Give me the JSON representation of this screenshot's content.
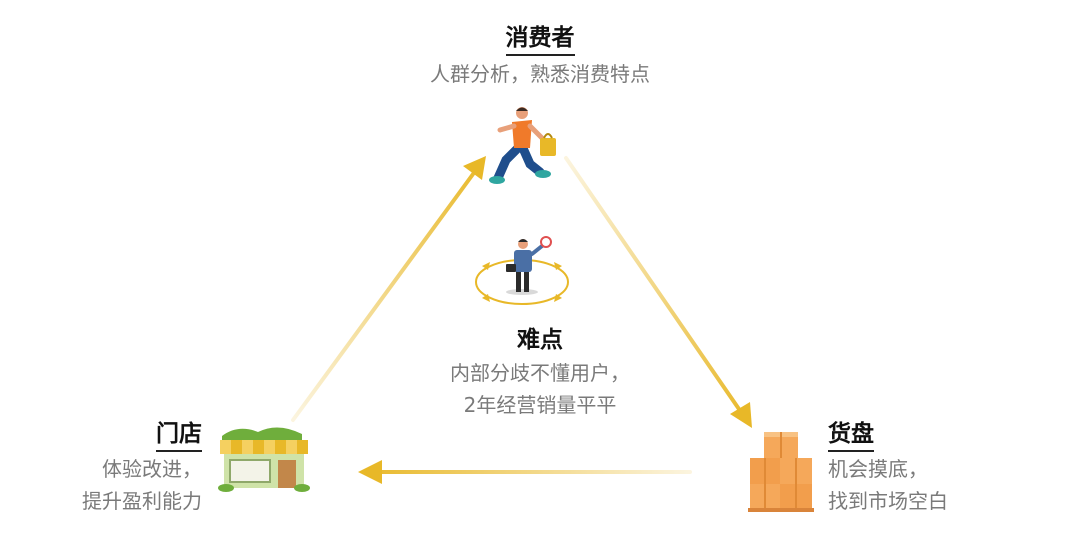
{
  "nodes": {
    "consumer": {
      "title": "消费者",
      "desc": "人群分析，熟悉消费特点"
    },
    "difficulty": {
      "title": "难点",
      "desc_lines": [
        "内部分歧不懂用户，",
        "2年经营销量平平"
      ]
    },
    "store": {
      "title": "门店",
      "desc_lines": [
        "体验改进，",
        "提升盈利能力"
      ]
    },
    "goods": {
      "title": "货盘",
      "desc_lines": [
        "机会摸底，",
        "找到市场空白"
      ]
    }
  },
  "icons": {
    "consumer": "running-shopper-icon",
    "difficulty": "businessman-magnifier-icon",
    "store": "storefront-icon",
    "goods": "stacked-boxes-icon"
  },
  "colors": {
    "arrow": "#E8B828",
    "title": "#111111",
    "desc": "#7a7a7a",
    "box": "#F5A85A",
    "store_green": "#6FAE3C",
    "shopper_orange": "#F07A2A",
    "shopper_blue": "#1F4E8C"
  },
  "edges": [
    {
      "from": "store",
      "to": "consumer"
    },
    {
      "from": "consumer",
      "to": "goods"
    },
    {
      "from": "goods",
      "to": "store"
    }
  ]
}
